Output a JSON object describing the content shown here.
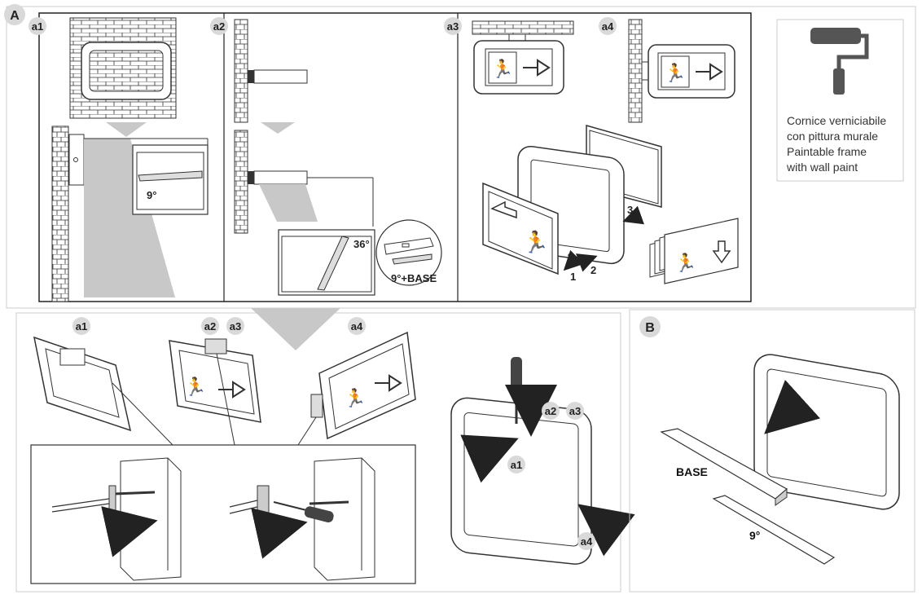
{
  "sections": {
    "A": "A",
    "B": "B"
  },
  "step_labels": {
    "a1": "a1",
    "a2": "a2",
    "a3": "a3",
    "a4": "a4"
  },
  "angles": {
    "a1_angle": "9°",
    "a2_angle": "36°",
    "a2_base": "9°+BASE",
    "b_angle": "9°"
  },
  "arrows_numbers": {
    "n1": "1",
    "n2": "2",
    "n3": "3"
  },
  "base_label": "BASE",
  "paint_note": {
    "line1": "Cornice verniciabile",
    "line2": "con pittura murale",
    "line3": "Paintable frame",
    "line4": "with wall paint"
  },
  "icons": [
    "paint-roller-icon",
    "running-man-icon",
    "arrow-right-icon",
    "arrow-left-icon",
    "arrow-down-icon",
    "screwdriver-icon"
  ]
}
